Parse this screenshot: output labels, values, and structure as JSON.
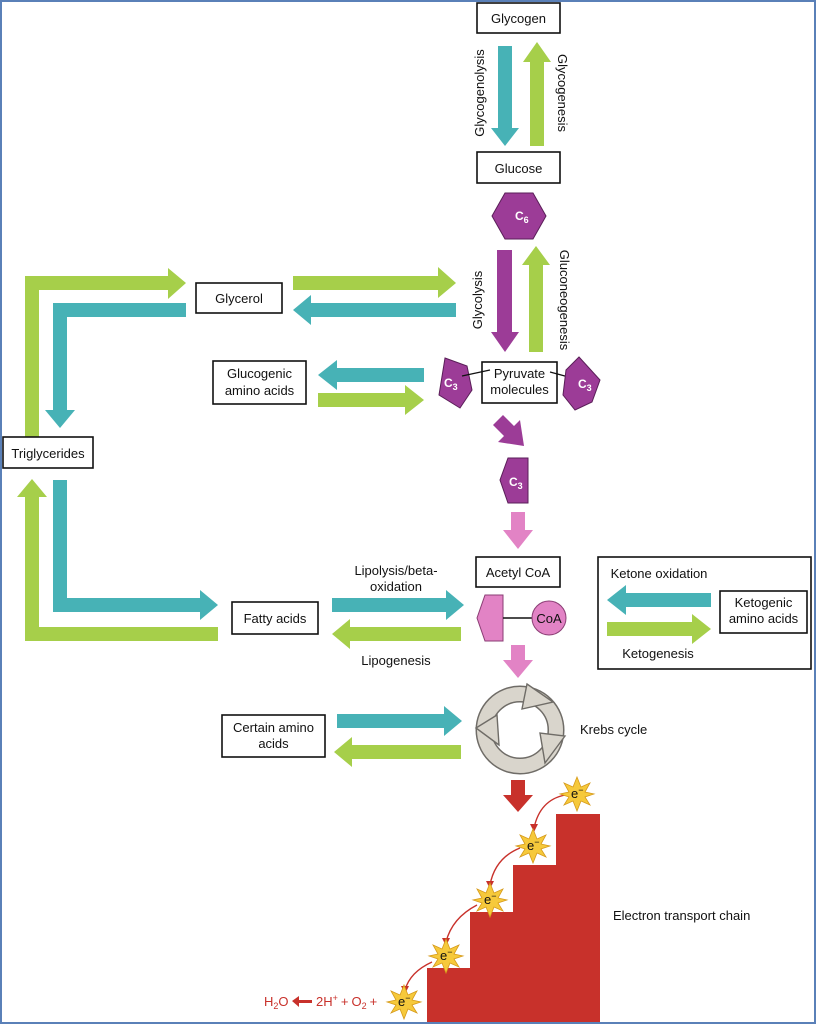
{
  "colors": {
    "green": "#a6cf4a",
    "teal": "#47b2b6",
    "purple": "#9c3c97",
    "pink": "#e283c5",
    "red": "#c8312b",
    "grey": "#d9d5cc",
    "electron": "#f6c93b",
    "border": "#5a80b8"
  },
  "boxes": {
    "glycogen": "Glycogen",
    "glucose": "Glucose",
    "glycerol": "Glycerol",
    "glucogenic_1": "Glucogenic",
    "glucogenic_2": "amino acids",
    "pyruvate_1": "Pyruvate",
    "pyruvate_2": "molecules",
    "triglycerides": "Triglycerides",
    "acetyl_coa": "Acetyl CoA",
    "fatty_acids": "Fatty acids",
    "ketogenic_1": "Ketogenic",
    "ketogenic_2": "amino acids",
    "certain_1": "Certain amino",
    "certain_2": "acids"
  },
  "process_labels": {
    "glycogenolysis": "Glycogenolysis",
    "glycogenesis": "Glycogenesis",
    "glycolysis": "Glycolysis",
    "gluconeogenesis": "Gluconeogenesis",
    "lipolysis_1": "Lipolysis/beta-",
    "lipolysis_2": "oxidation",
    "lipogenesis": "Lipogenesis",
    "ketone_oxidation": "Ketone oxidation",
    "ketogenesis": "Ketogenesis",
    "krebs": "Krebs cycle",
    "etc": "Electron transport chain"
  },
  "molecules": {
    "c6": "C",
    "c6_sub": "6",
    "c3": "C",
    "c3_sub": "3",
    "coa": "CoA",
    "electron": "e",
    "electron_sup": "−"
  },
  "equation": {
    "h2o_h": "H",
    "h2o_sub": "2",
    "h2o_o": "O",
    "h_plus_coef": "2H",
    "h_plus_sup": "+",
    "plus1": "+",
    "o2_o": "O",
    "o2_sub": "2",
    "plus2": "+"
  }
}
